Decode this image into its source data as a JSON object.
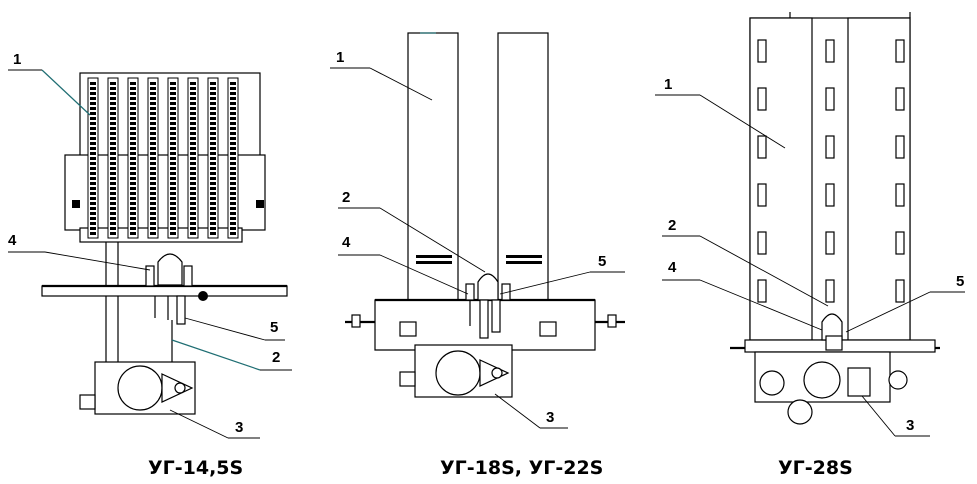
{
  "models": [
    {
      "id": "ug145",
      "caption": "УГ-14,5S",
      "callouts": [
        "1",
        "4",
        "5",
        "2",
        "3"
      ]
    },
    {
      "id": "ug18",
      "caption": "УГ-18S, УГ-22S",
      "callouts": [
        "1",
        "2",
        "4",
        "5",
        "3"
      ]
    },
    {
      "id": "ug28",
      "caption": "УГ-28S",
      "callouts": [
        "1",
        "2",
        "4",
        "5",
        "3"
      ]
    }
  ],
  "colors": {
    "line": "#000000",
    "leader_accent": "#1f6e73"
  }
}
